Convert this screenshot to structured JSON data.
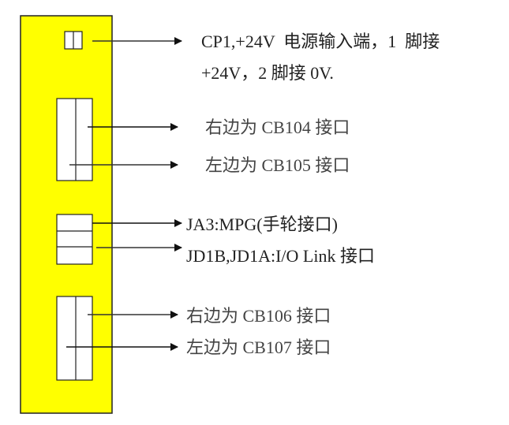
{
  "colors": {
    "panel": "#ffff00",
    "outline": "#222222",
    "arrow": "#111111"
  },
  "labels": {
    "cp1_line1": "CP1,+24V  电源输入端，1  脚接",
    "cp1_line2": "+24V，2 脚接 0V.",
    "cb104": "右边为 CB104 接口",
    "cb105": "左边为 CB105 接口",
    "ja3": "JA3:MPG(手轮接口)",
    "jd1": "JD1B,JD1A:I/O Link 接口",
    "cb106": "右边为 CB106 接口",
    "cb107": "左边为 CB107 接口"
  }
}
